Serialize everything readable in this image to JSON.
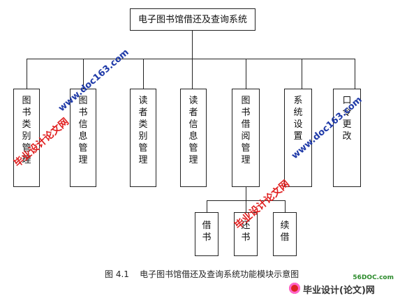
{
  "root": {
    "label": "电子图书馆借还及查询系统"
  },
  "modules": [
    {
      "id": "book-category",
      "label": "图书类别管理"
    },
    {
      "id": "book-info",
      "label": "图书信息管理"
    },
    {
      "id": "reader-category",
      "label": "读者类别管理"
    },
    {
      "id": "reader-info",
      "label": "读者信息管理"
    },
    {
      "id": "book-borrow",
      "label": "图书借阅管理"
    },
    {
      "id": "system-settings",
      "label": "系统设置"
    },
    {
      "id": "password-change",
      "label": "口令更改"
    }
  ],
  "submodules": [
    {
      "id": "borrow",
      "label": "借书"
    },
    {
      "id": "return",
      "label": "还书"
    },
    {
      "id": "renew",
      "label": "续借"
    }
  ],
  "caption": "图 4.1    电子图书馆借还及查询系统功能模块示意图",
  "watermarks": {
    "url": "www.doc163.com",
    "site": "毕业设计论文网",
    "footer_domain": "56DOC.com",
    "footer_site": "毕业设计(论文)网"
  }
}
